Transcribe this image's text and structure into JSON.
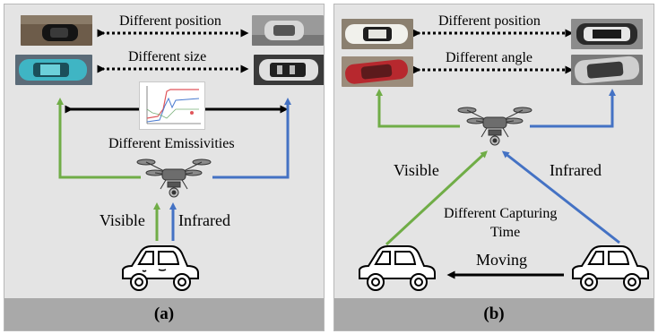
{
  "panel_a": {
    "comparisons": [
      "Different position",
      "Different size"
    ],
    "emissivity_label": "Different Emissivities",
    "visible_label": "Visible",
    "infrared_label": "Infrared",
    "caption": "(a)"
  },
  "panel_b": {
    "comparisons": [
      "Different position",
      "Different angle"
    ],
    "visible_label": "Visible",
    "infrared_label": "Infrared",
    "capture_label_line1": "Different Capturing",
    "capture_label_line2": "Time",
    "moving_label": "Moving",
    "caption": "(b)"
  },
  "colors": {
    "visible_arrow": "#70ad47",
    "infrared_arrow": "#4472c4",
    "black_arrow": "#000000",
    "panel_bg": "#e4e4e4",
    "footer_bg": "#a9a9a9"
  },
  "icons": [
    "car-icon",
    "drone-icon",
    "emissivity-chart-icon"
  ]
}
